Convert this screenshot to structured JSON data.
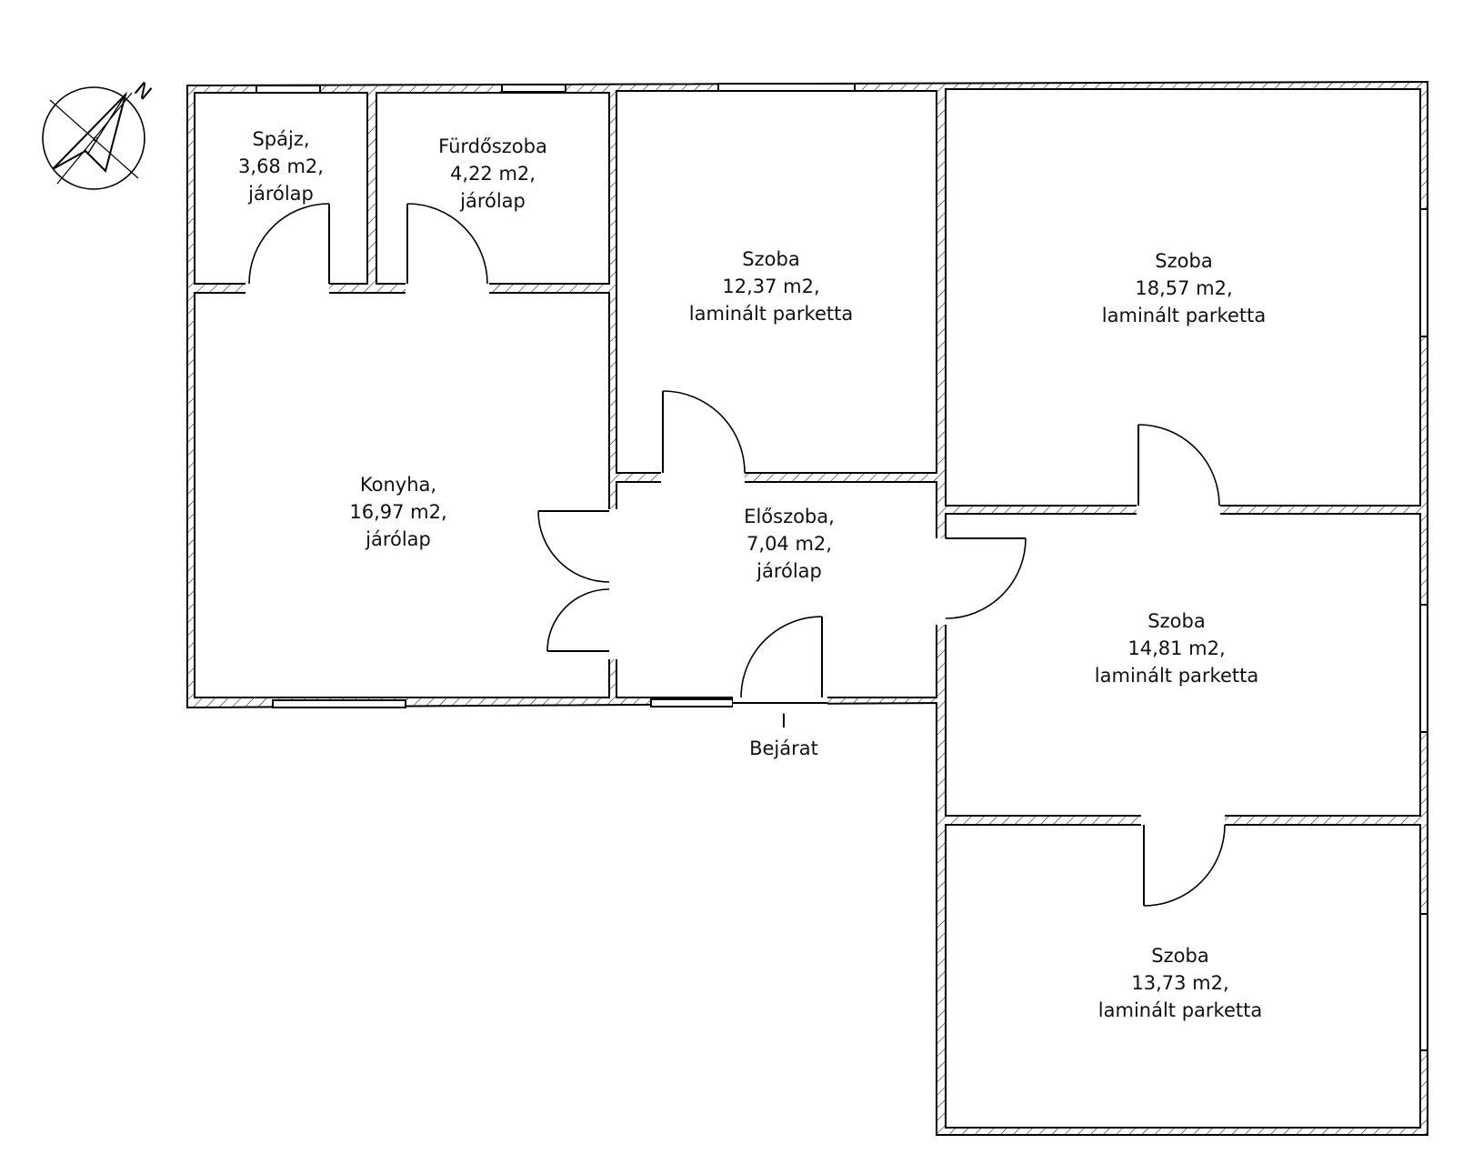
{
  "compass": {
    "letter": "N",
    "icon": "north-arrow-icon"
  },
  "rooms": [
    {
      "id": "spajz",
      "lines": [
        "Spájz,",
        "3,68 m2,",
        "járólap"
      ]
    },
    {
      "id": "furdoszoba",
      "lines": [
        "Fürdőszoba",
        "4,22 m2,",
        "járólap"
      ]
    },
    {
      "id": "szoba-1",
      "lines": [
        "Szoba",
        "12,37 m2,",
        "laminált parketta"
      ]
    },
    {
      "id": "szoba-2",
      "lines": [
        "Szoba",
        "18,57 m2,",
        "laminált parketta"
      ]
    },
    {
      "id": "konyha",
      "lines": [
        "Konyha,",
        "16,97 m2,",
        "járólap"
      ]
    },
    {
      "id": "eloszoba",
      "lines": [
        "Előszoba,",
        "7,04 m2,",
        "járólap"
      ]
    },
    {
      "id": "szoba-3",
      "lines": [
        "Szoba",
        "14,81 m2,",
        "laminált parketta"
      ]
    },
    {
      "id": "szoba-4",
      "lines": [
        "Szoba",
        "13,73 m2,",
        "laminált parketta"
      ]
    }
  ],
  "entrance": {
    "marker": "I",
    "label": "Bejárat"
  }
}
